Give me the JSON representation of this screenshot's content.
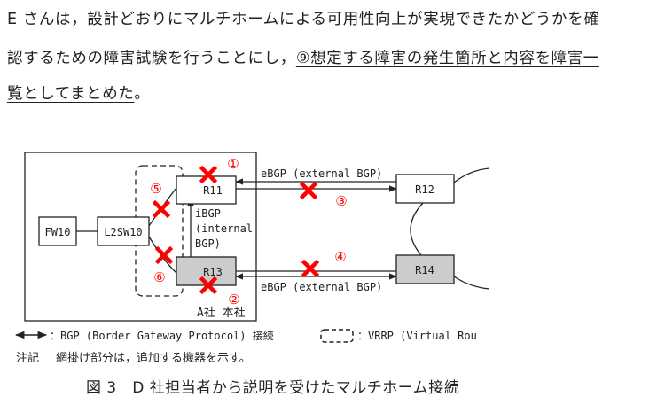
{
  "body": {
    "line1": "E さんは，設計どおりにマルチホームによる可用性向上が実現できたかどうかを確",
    "line2_plain": "認するための障害試験を行うことにし，",
    "line2_underlined": "⑨想定する障害の発生箇所と内容を障害一",
    "line3_underlined": "覧としてまとめた",
    "line3_end": "。"
  },
  "diagram": {
    "site_label": "A社 本社",
    "nodes": {
      "fw": "FW10",
      "l2sw": "L2SW10",
      "r11": "R11",
      "r12": "R12",
      "r13": "R13",
      "r14": "R14"
    },
    "ebgp_top": "eBGP (external BGP)",
    "ebgp_bottom": "eBGP (external BGP)",
    "ibgp": [
      "iBGP",
      "(internal",
      "BGP)"
    ],
    "failure_markers": [
      "①",
      "②",
      "③",
      "④",
      "⑤",
      "⑥"
    ],
    "marker_color": "#ff0000",
    "shade_color": "#cccccc"
  },
  "legend": {
    "bgp": "：BGP (Border Gateway Protocol) 接続",
    "vrrp": "：VRRP (Virtual Rou",
    "note_label": "注記",
    "note_text": "網掛け部分は，追加する機器を示す。"
  },
  "caption": "図 3　D 社担当者から説明を受けたマルチホーム接続"
}
